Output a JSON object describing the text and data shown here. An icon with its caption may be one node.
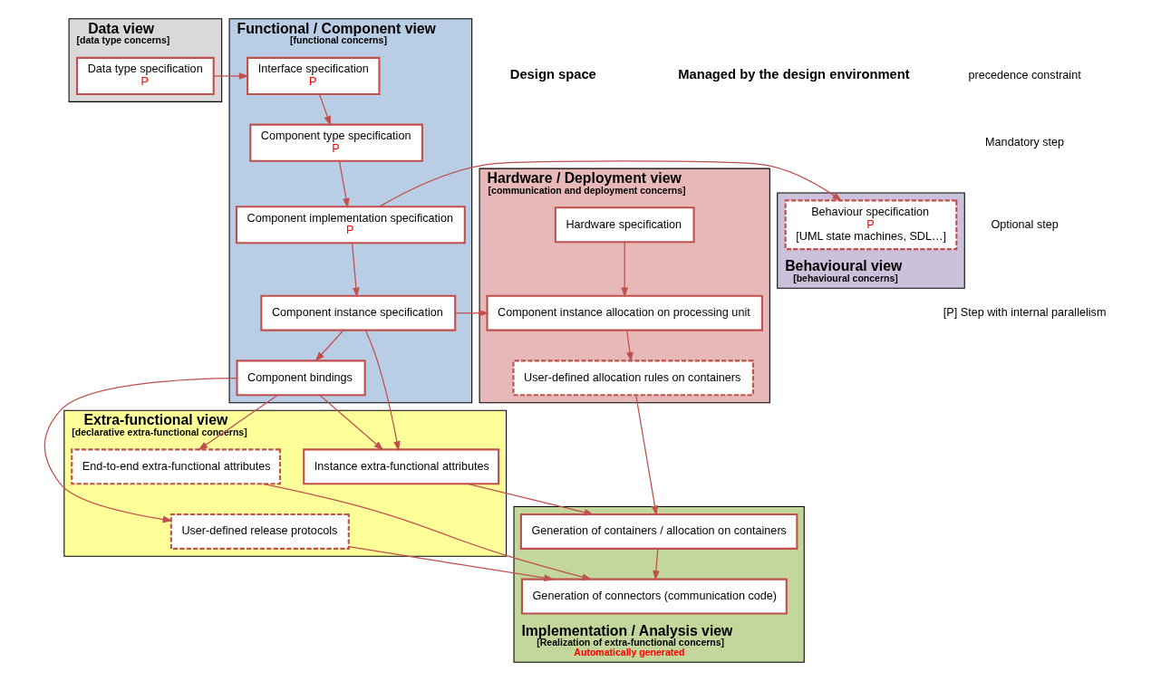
{
  "diagram": {
    "nodes": [
      {
        "text": [
          "Data view",
          "[data type concerns]"
        ]
      },
      {
        "text": [
          "Data type specification",
          "P"
        ],
        "in": 0
      },
      {
        "text": [
          "Functional / Component view",
          "[functional concerns]"
        ]
      },
      {
        "text": [
          "Interface specification",
          "P"
        ],
        "in": 2
      },
      {
        "text": [
          "Component type specification",
          "P"
        ],
        "in": 2
      },
      {
        "text": [
          "Component implementation specification",
          "P"
        ],
        "in": 2
      },
      {
        "text": [
          "Component instance specification"
        ],
        "in": 2
      },
      {
        "text": [
          "Component bindings"
        ],
        "in": 2
      },
      {
        "text": [
          "Hardware / Deployment view",
          "[communication and deployment concerns]"
        ]
      },
      {
        "text": [
          "Hardware specification"
        ],
        "in": 8
      },
      {
        "text": [
          "Component instance allocation on processing unit"
        ],
        "in": 8
      },
      {
        "text": [
          "User-defined allocation rules on containers"
        ],
        "in": 8
      },
      {
        "text": [
          "Behavioural view",
          "[behavioural concerns]"
        ]
      },
      {
        "text": [
          "Behaviour specification",
          "P",
          "[UML state machines, SDL…]"
        ],
        "in": 12
      },
      {
        "text": [
          "Extra-functional view",
          "[declarative extra-functional concerns]"
        ]
      },
      {
        "text": [
          "User-defined release protocols"
        ],
        "in": 14
      },
      {
        "text": [
          "Instance extra-functional attributes"
        ],
        "in": 14
      },
      {
        "text": [
          "End-to-end extra-functional attributes"
        ],
        "in": 14
      },
      {
        "text": [
          "Implementation / Analysis view",
          "[Realization of extra-functional concerns]",
          "Automatically generated"
        ]
      },
      {
        "text": [
          "Generation of containers / allocation on containers"
        ],
        "in": 18
      },
      {
        "text": [
          "Generation of connectors (communication code)"
        ],
        "in": 18
      }
    ],
    "edges": [
      {
        "from": 1,
        "to": 3,
        "arrow": "to"
      },
      {
        "from": 3,
        "to": 4,
        "arrow": "to"
      },
      {
        "from": 4,
        "to": 5,
        "arrow": "to"
      },
      {
        "from": 5,
        "to": 13,
        "arrow": "to"
      },
      {
        "from": 5,
        "to": 6,
        "arrow": "to"
      },
      {
        "from": 6,
        "to": 7,
        "arrow": "to"
      },
      {
        "from": 6,
        "to": 10,
        "arrow": "to"
      },
      {
        "from": 6,
        "to": 16,
        "arrow": "to"
      },
      {
        "from": 9,
        "to": 10,
        "arrow": "to"
      },
      {
        "from": 10,
        "to": 11,
        "arrow": "to"
      },
      {
        "from": 7,
        "to": 16,
        "arrow": "to"
      },
      {
        "from": 7,
        "to": 17,
        "arrow": "to"
      },
      {
        "from": 7,
        "to": 15,
        "arrow": "to"
      },
      {
        "from": 16,
        "to": 19,
        "arrow": "to"
      },
      {
        "from": 11,
        "to": 19,
        "arrow": "to"
      },
      {
        "from": 17,
        "to": 20,
        "arrow": "to"
      },
      {
        "from": 15,
        "to": 20,
        "arrow": "to"
      },
      {
        "from": 19,
        "to": 20,
        "arrow": "to"
      }
    ],
    "labels": [
      "Design space",
      "Managed by the design environment"
    ],
    "legend": [
      {
        "text": "precedence constraint"
      },
      {
        "text": "Mandatory step"
      },
      {
        "text": "Optional step"
      },
      {
        "text": "[P] Step with internal parallelism"
      }
    ]
  }
}
